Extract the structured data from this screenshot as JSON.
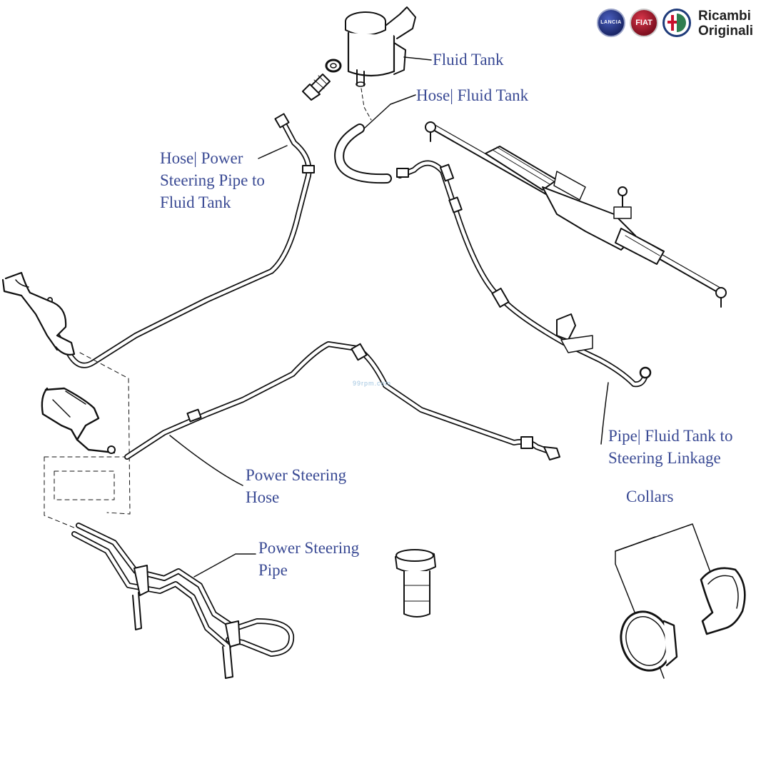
{
  "labels": {
    "fluid_tank": "Fluid Tank",
    "hose_fluid_tank": "Hose| Fluid Tank",
    "hose_power_steering_pipe_to_fluid_tank": [
      "Hose| Power",
      "Steering Pipe to",
      "Fluid Tank"
    ],
    "pipe_fluid_tank_to_steering_linkage": [
      "Pipe| Fluid Tank to",
      "Steering Linkage"
    ],
    "collars": "Collars",
    "power_steering_hose": [
      "Power Steering",
      "Hose"
    ],
    "power_steering_pipe": [
      "Power Steering",
      "Pipe"
    ]
  },
  "brand": {
    "line1": "Ricambi",
    "line2": "Originali",
    "lancia": "LANCIA",
    "fiat": "FIAT"
  },
  "watermark": "99rpm.com",
  "colors": {
    "label": "#3a4a94",
    "line": "#111111"
  }
}
